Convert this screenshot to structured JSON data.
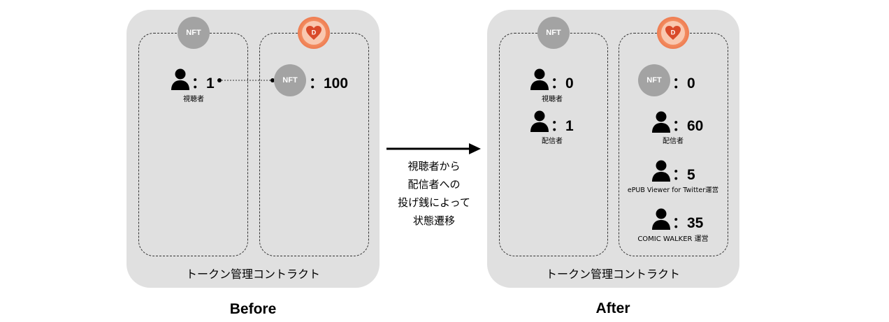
{
  "before": {
    "heading": "Before",
    "nft_badge": "NFT",
    "coin_letter": "D",
    "viewer_value": "：1",
    "viewer_label": "視聴者",
    "nft_inline_badge": "NFT",
    "nft_value": "：100",
    "caption": "トークン管理コントラクト"
  },
  "arrow": {
    "lines": [
      "視聴者から",
      "配信者への",
      "投げ銭によって",
      "状態遷移"
    ]
  },
  "after": {
    "heading": "After",
    "nft_badge": "NFT",
    "coin_letter": "D",
    "viewer_value": "：0",
    "viewer_label": "視聴者",
    "streamer_left_value": "：1",
    "streamer_left_label": "配信者",
    "nft_inline_badge": "NFT",
    "nft_value": "：0",
    "streamer_value": "：60",
    "streamer_label": "配信者",
    "epub_value": "：5",
    "epub_label": "ePUB Viewer for Twitter運営",
    "comic_value": "：35",
    "comic_label": "COMIC WALKER 運営",
    "caption": "トークン管理コントラクト"
  },
  "colors": {
    "panel": "#e0e0e0",
    "badge": "#a3a3a3",
    "coin": "#ee7a4f"
  }
}
